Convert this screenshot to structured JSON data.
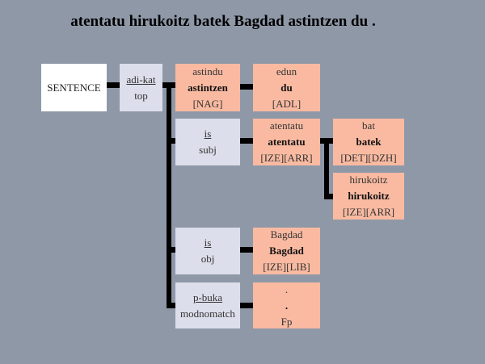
{
  "title": "atentatu hirukoitz batek Bagdad astintzen du .",
  "nodes": {
    "sentence": {
      "label": "SENTENCE"
    },
    "top": {
      "cat": "adi-kat",
      "role": "top"
    },
    "astindu": {
      "lemma": "astindu",
      "form": "astintzen",
      "tags": "[NAG]"
    },
    "edun": {
      "lemma": "edun",
      "form": "du",
      "tags": "[ADL]"
    },
    "subj": {
      "cat": "is",
      "role": "subj"
    },
    "atentatu": {
      "lemma": "atentatu",
      "form": "atentatu",
      "tags": "[IZE][ARR]"
    },
    "bat": {
      "lemma": "bat",
      "form": "batek",
      "tags": "[DET][DZH]"
    },
    "hirukoitz": {
      "lemma": "hirukoitz",
      "form": "hirukoitz",
      "tags": "[IZE][ARR]"
    },
    "obj": {
      "cat": "is",
      "role": "obj"
    },
    "bagdad": {
      "lemma": "Bagdad",
      "form": "Bagdad",
      "tags": "[IZE][LIB]"
    },
    "punct": {
      "cat": "p-buka",
      "role": "modnomatch"
    },
    "fp": {
      "lemma": ".",
      "form": ".",
      "tags": "Fp"
    }
  },
  "colors": {
    "background": "#8f98a7",
    "category": "#dddeeb",
    "word": "#f9baa1",
    "root": "#ffffff"
  }
}
